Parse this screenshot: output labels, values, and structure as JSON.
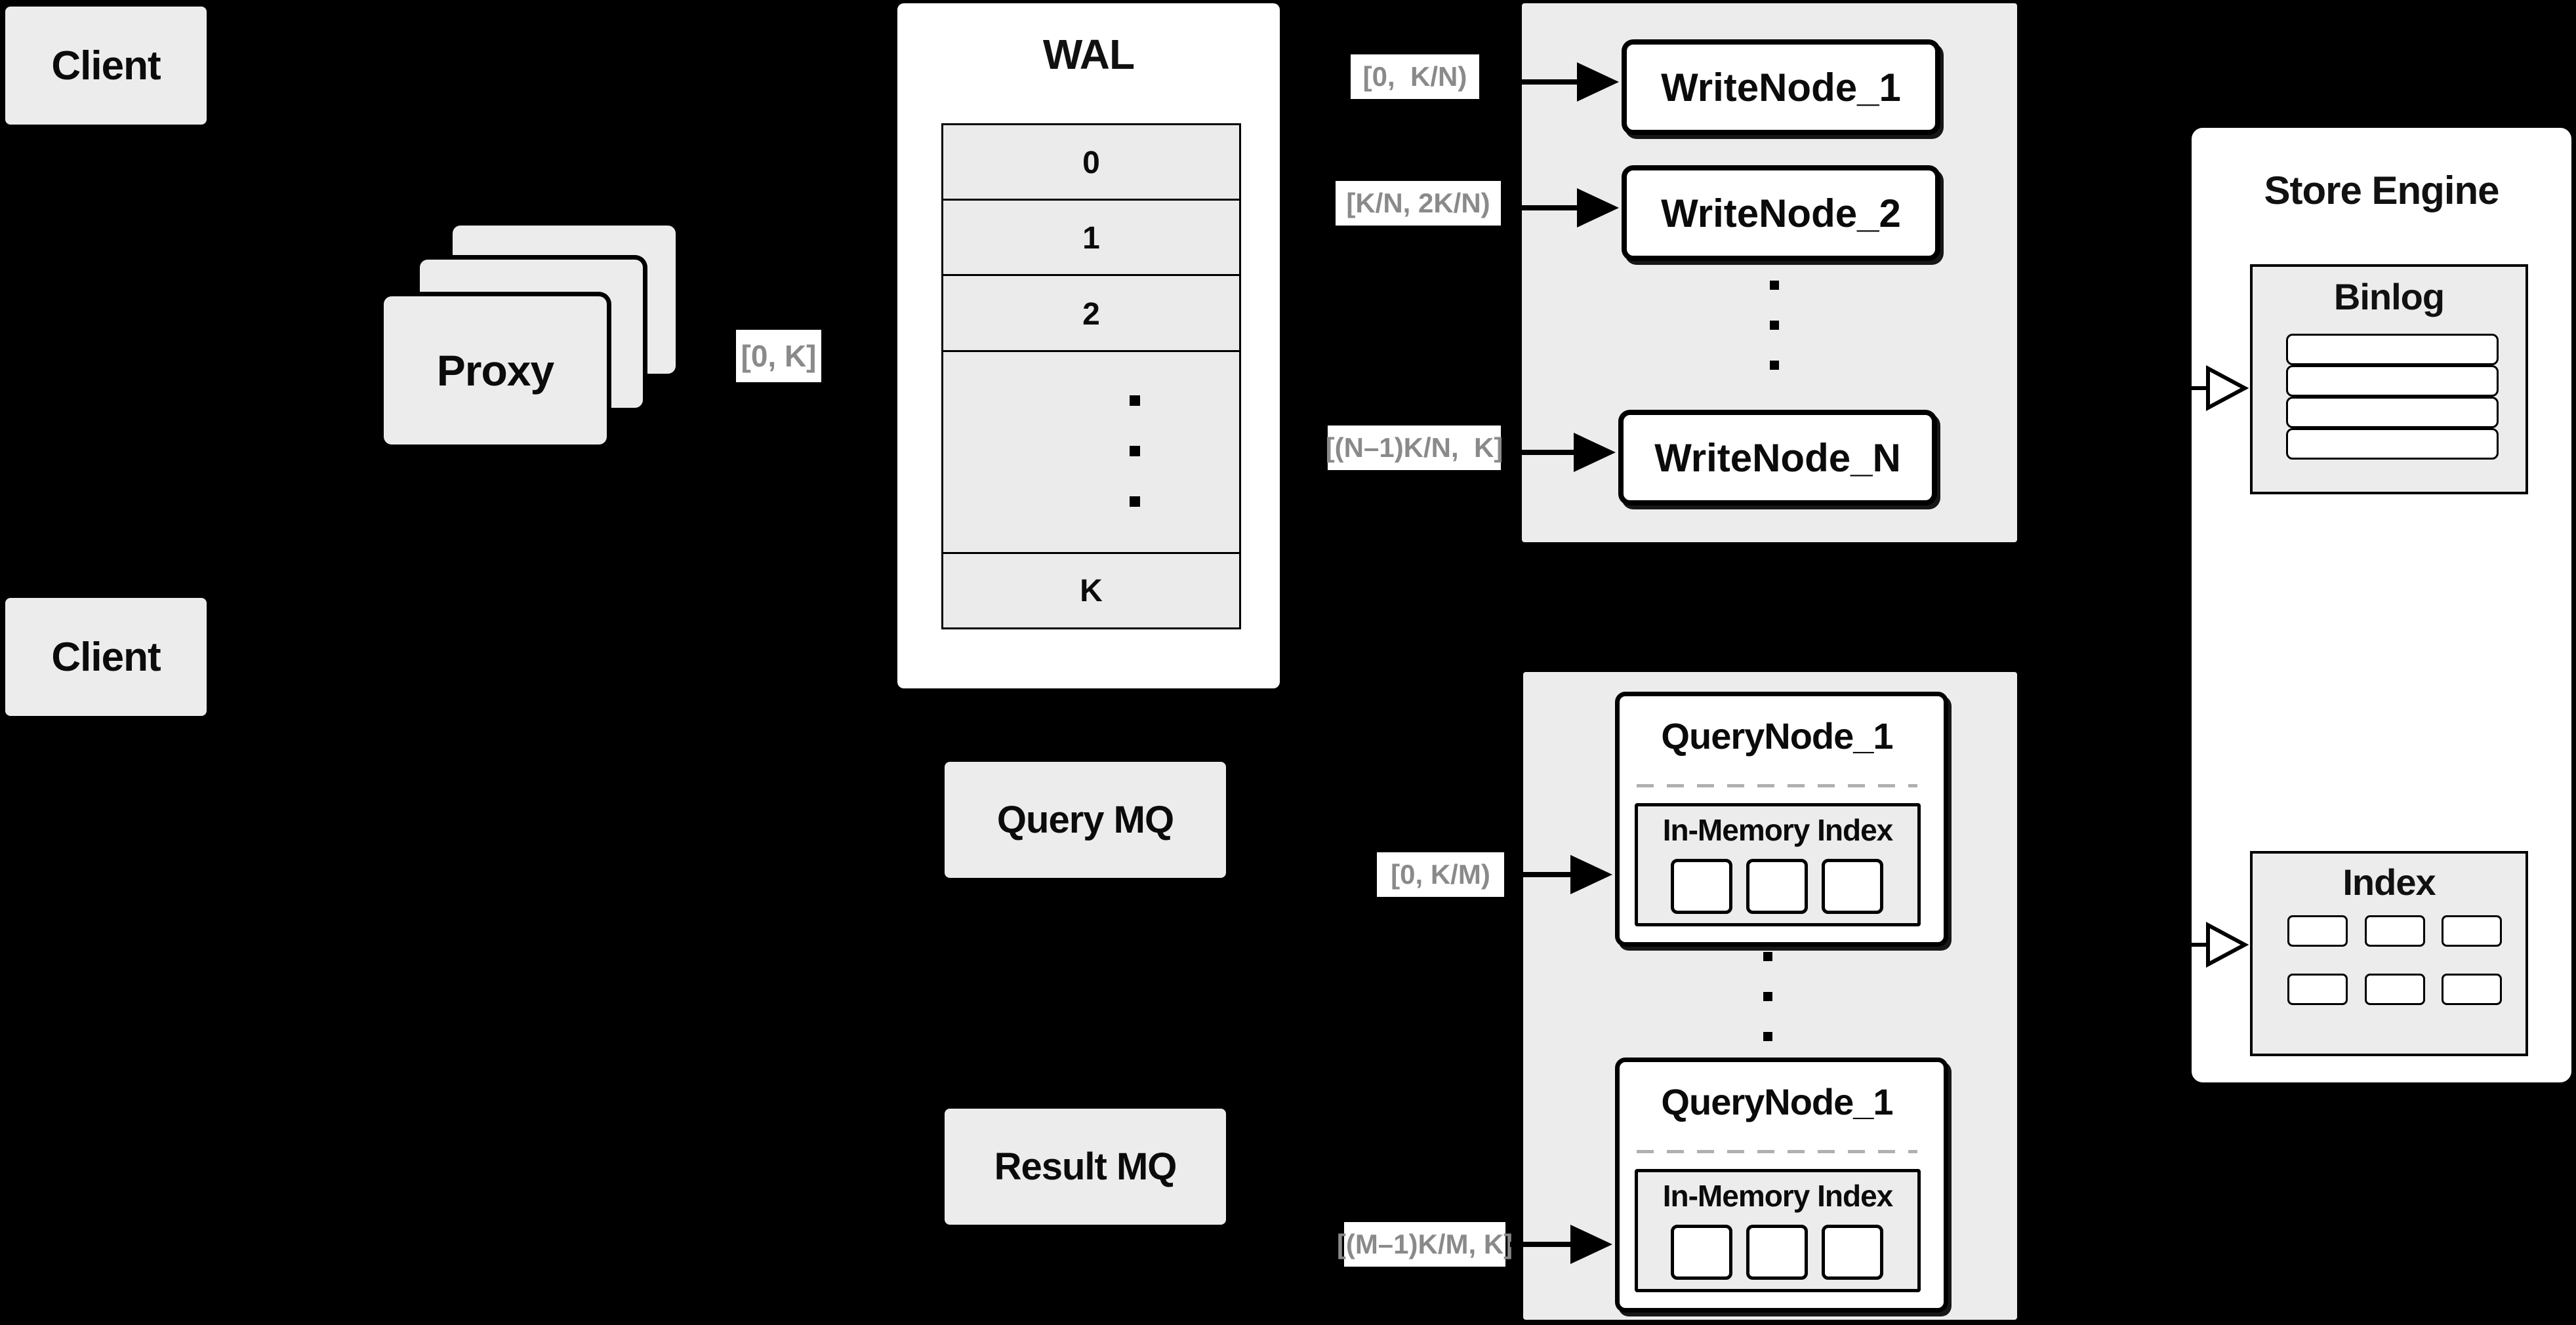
{
  "colors": {
    "background": "#000000",
    "panel_gray": "#ececec",
    "row_gray": "#ebebeb",
    "box_white": "#ffffff",
    "border_black": "#000000",
    "range_label_text": "#8a8a8a",
    "dashed_divider": "#b0b0b0"
  },
  "clients": {
    "top": "Client",
    "bottom": "Client"
  },
  "proxy": {
    "label": "Proxy"
  },
  "labels": {
    "proxy_to_wal": "[0, K]"
  },
  "wal": {
    "title": "WAL",
    "rows": [
      "0",
      "1",
      "2"
    ],
    "ellipsis": "vertical-dots",
    "last_row": "K"
  },
  "write_cluster": {
    "nodes": [
      {
        "range": "[0,  K/N)",
        "name": "WriteNode_1"
      },
      {
        "range": "[K/N, 2K/N)",
        "name": "WriteNode_2"
      },
      {
        "range": "[(N–1)K/N,  K]",
        "name": "WriteNode_N"
      }
    ],
    "ellipsis": "vertical-dots"
  },
  "mq": {
    "query": "Query MQ",
    "result": "Result MQ"
  },
  "query_cluster": {
    "nodes": [
      {
        "range": "[0, K/M)",
        "name": "QueryNode_1",
        "memory": "In-Memory Index",
        "segments": 3
      },
      {
        "range": "[(M–1)K/M, K]",
        "name": "QueryNode_1",
        "memory": "In-Memory Index",
        "segments": 3
      }
    ],
    "ellipsis": "vertical-dots"
  },
  "store_engine": {
    "title": "Store Engine",
    "binlog": {
      "title": "Binlog",
      "rows": 4
    },
    "index": {
      "title": "Index",
      "cells": 6
    }
  }
}
